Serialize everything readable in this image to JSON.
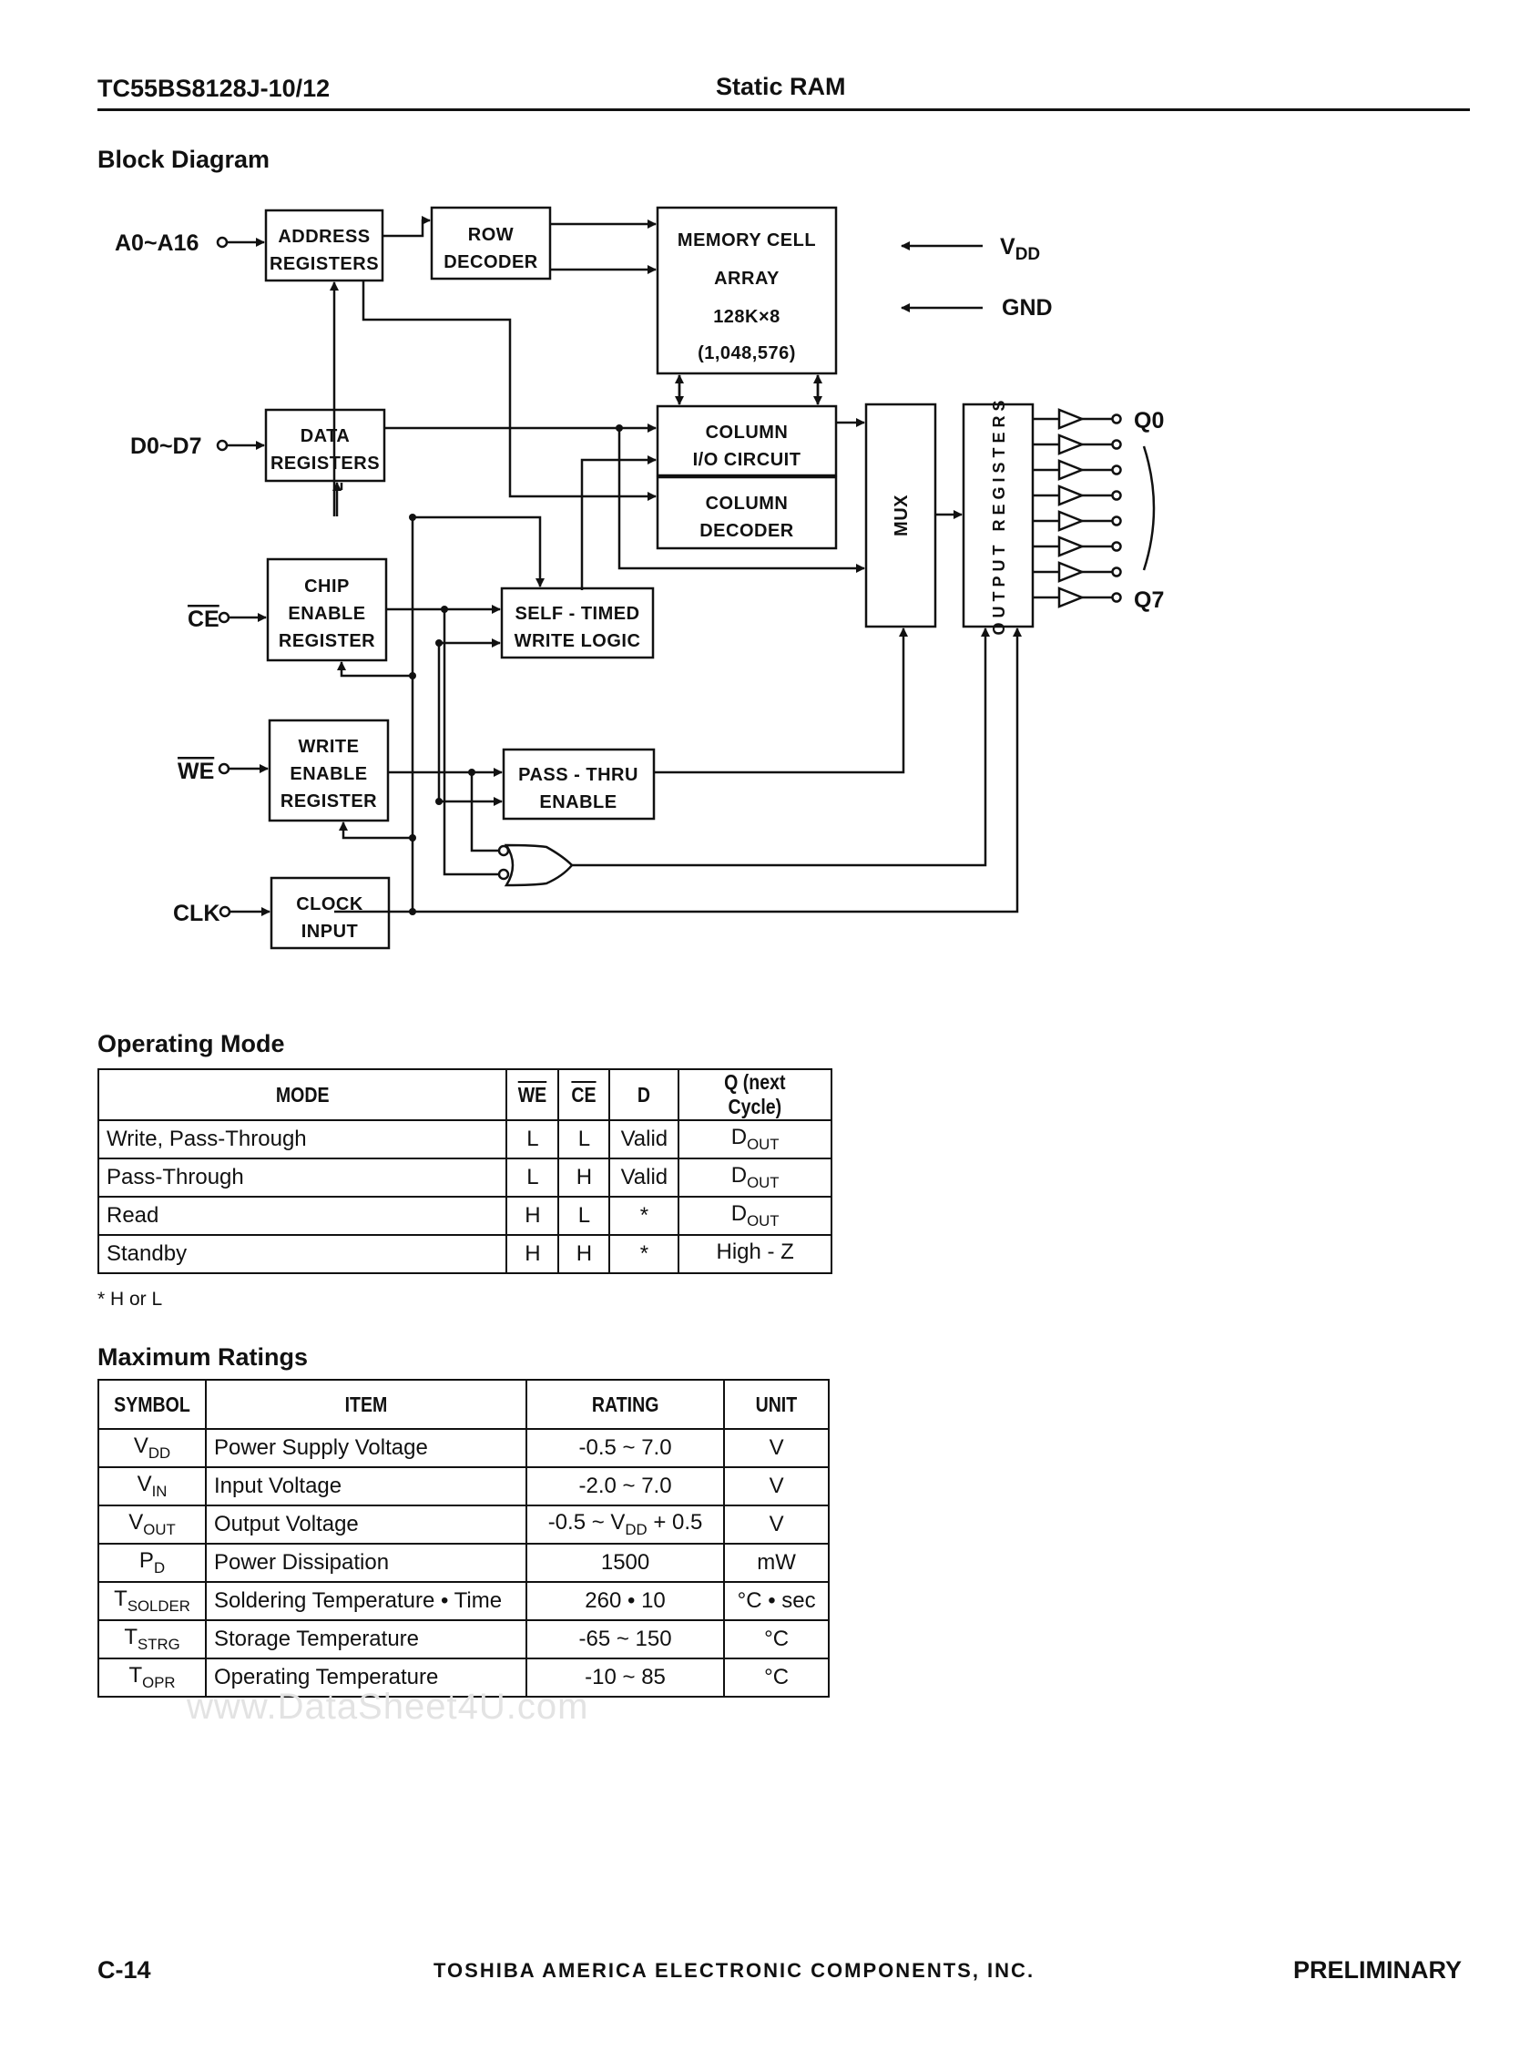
{
  "header": {
    "part_number": "TC55BS8128J-10/12",
    "section": "Static RAM"
  },
  "block_diagram": {
    "title": "Block Diagram",
    "inputs": {
      "address": "A0~A16",
      "data": "D0~D7",
      "ce": "CE",
      "we": "WE",
      "clk": "CLK"
    },
    "outputs": {
      "first": "Q0",
      "last": "Q7"
    },
    "power": {
      "vdd": "V",
      "vdd_sub": "DD",
      "gnd": "GND"
    },
    "blocks": {
      "address_registers": [
        "ADDRESS",
        "REGISTERS"
      ],
      "row_decoder": [
        "ROW",
        "DECODER"
      ],
      "memory_cell_array": [
        "MEMORY CELL",
        "ARRAY",
        "128K×8",
        "(1,048,576)"
      ],
      "data_registers": [
        "DATA",
        "REGISTERS"
      ],
      "column_io": [
        "COLUMN",
        "I/O CIRCUIT"
      ],
      "column_decoder": [
        "COLUMN",
        "DECODER"
      ],
      "mux": "MUX",
      "output_registers": "OUTPUT REGISTERS",
      "chip_enable_register": [
        "CHIP",
        "ENABLE",
        "REGISTER"
      ],
      "self_timed_write_logic": [
        "SELF - TIMED",
        "WRITE LOGIC"
      ],
      "write_enable_register": [
        "WRITE",
        "ENABLE",
        "REGISTER"
      ],
      "pass_thru_enable": [
        "PASS - THRU",
        "ENABLE"
      ],
      "clock_input": [
        "CLOCK",
        "INPUT"
      ]
    }
  },
  "operating_mode": {
    "title": "Operating Mode",
    "headers": {
      "mode": "MODE",
      "we": "WE",
      "ce": "CE",
      "d": "D",
      "q": "Q (next Cycle)"
    },
    "rows": [
      {
        "mode": "Write, Pass-Through",
        "we": "L",
        "ce": "L",
        "d": "Valid",
        "q": "D",
        "q_sub": "OUT"
      },
      {
        "mode": "Pass-Through",
        "we": "L",
        "ce": "H",
        "d": "Valid",
        "q": "D",
        "q_sub": "OUT"
      },
      {
        "mode": "Read",
        "we": "H",
        "ce": "L",
        "d": "*",
        "q": "D",
        "q_sub": "OUT"
      },
      {
        "mode": "Standby",
        "we": "H",
        "ce": "H",
        "d": "*",
        "q": "High - Z",
        "q_sub": ""
      }
    ],
    "footnote": "* H or L"
  },
  "maximum_ratings": {
    "title": "Maximum Ratings",
    "headers": {
      "symbol": "SYMBOL",
      "item": "ITEM",
      "rating": "RATING",
      "unit": "UNIT"
    },
    "rows": [
      {
        "sym": "V",
        "sub": "DD",
        "item": "Power Supply Voltage",
        "rating": "-0.5 ~ 7.0",
        "unit": "V"
      },
      {
        "sym": "V",
        "sub": "IN",
        "item": "Input Voltage",
        "rating": "-2.0 ~ 7.0",
        "unit": "V"
      },
      {
        "sym": "V",
        "sub": "OUT",
        "item": "Output Voltage",
        "rating_a": "-0.5 ~ V",
        "rating_sub": "DD",
        "rating_b": " + 0.5",
        "unit": "V"
      },
      {
        "sym": "P",
        "sub": "D",
        "item": "Power Dissipation",
        "rating": "1500",
        "unit": "mW"
      },
      {
        "sym": "T",
        "sub": "SOLDER",
        "item": "Soldering Temperature • Time",
        "rating": "260 • 10",
        "unit": "°C • sec"
      },
      {
        "sym": "T",
        "sub": "STRG",
        "item": "Storage Temperature",
        "rating": "-65 ~ 150",
        "unit": "°C"
      },
      {
        "sym": "T",
        "sub": "OPR",
        "item": "Operating Temperature",
        "rating": "-10 ~ 85",
        "unit": "°C"
      }
    ]
  },
  "watermark": "www.DataSheet4U.com",
  "footer": {
    "page": "C-14",
    "company": "TOSHIBA AMERICA ELECTRONIC COMPONENTS, INC.",
    "status": "PRELIMINARY"
  }
}
